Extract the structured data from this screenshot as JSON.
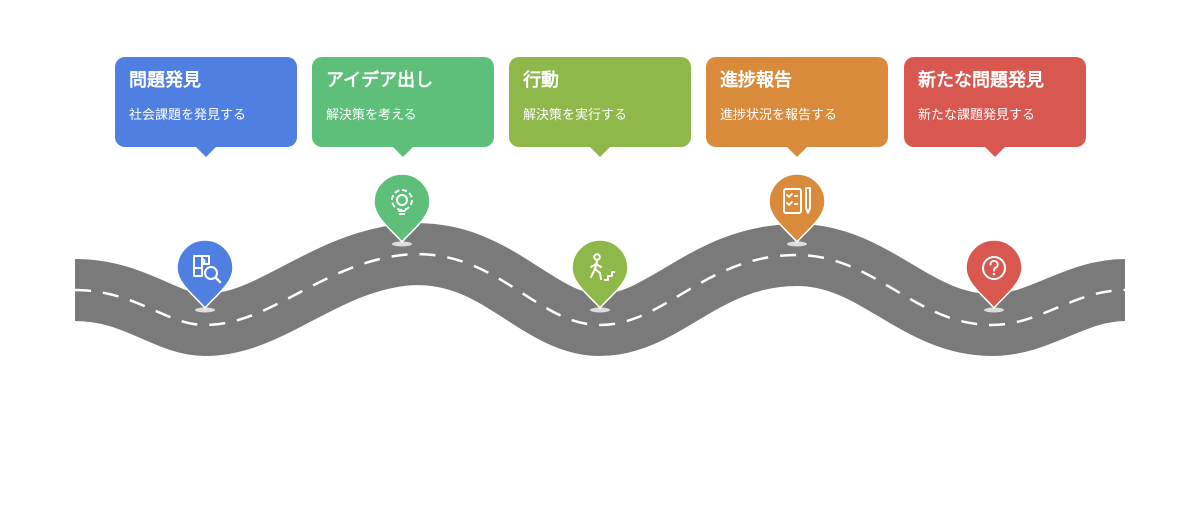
{
  "steps": [
    {
      "title": "問題発見",
      "desc": "社会課題を発見する",
      "color": "#4f7fe0",
      "icon": "puzzle-search-icon"
    },
    {
      "title": "アイデア出し",
      "desc": "解決策を考える",
      "color": "#5dbf7a",
      "icon": "gear-bulb-icon"
    },
    {
      "title": "行動",
      "desc": "解決策を実行する",
      "color": "#8fb84a",
      "icon": "person-stairs-icon"
    },
    {
      "title": "進捗報告",
      "desc": "進捗状況を報告する",
      "color": "#d98a3a",
      "icon": "report-pen-icon"
    },
    {
      "title": "新たな問題発見",
      "desc": "新たな課題発見する",
      "color": "#d85850",
      "icon": "question-icon"
    }
  ],
  "road_color": "#7a7a7a",
  "lane_color": "#ffffff"
}
